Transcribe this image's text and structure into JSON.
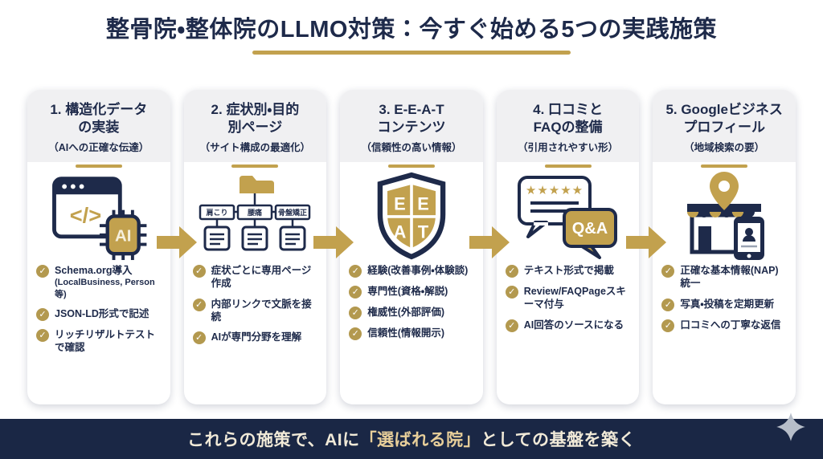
{
  "page": {
    "title": "整骨院・整体院のLLMO対策：今すぐ始める5つの実践施策",
    "footer": {
      "pre": "これらの施策で、AIに",
      "highlight": "「選ばれる院」",
      "post": "としての基盤を築く"
    },
    "colors": {
      "navy": "#1e2a4a",
      "gold": "#c2a14e",
      "check_gold": "#b3994f",
      "card_header_bg": "#f0f0f2",
      "footer_bg": "#1a2745",
      "footer_text": "#f1ead8",
      "footer_highlight": "#e8cf9a"
    }
  },
  "cards": [
    {
      "title_line1": "1. 構造化データ",
      "title_line2": "の実装",
      "subtitle": "（AIへの正確な伝達）",
      "icon": {
        "name": "code-ai-chip-icon",
        "code": "</>",
        "chip_label": "AI"
      },
      "bullets": [
        {
          "t": "Schema.org導入",
          "s": "(LocalBusiness, Person等)"
        },
        {
          "t": "JSON-LD形式で記述"
        },
        {
          "t": "リッチリザルトテストで確認"
        }
      ]
    },
    {
      "title_line1": "2. 症状別・目的",
      "title_line2": "別ページ",
      "subtitle": "（サイト構成の最適化）",
      "icon": {
        "name": "sitemap-icon",
        "nodes": [
          "肩こり",
          "腰痛",
          "骨盤矯正"
        ]
      },
      "bullets": [
        {
          "t": "症状ごとに専用ページ作成"
        },
        {
          "t": "内部リンクで文脈を接続"
        },
        {
          "t": "AIが専門分野を理解"
        }
      ]
    },
    {
      "title_line1": "3. E-E-A-T",
      "title_line2": "コンテンツ",
      "subtitle": "（信頼性の高い情報）",
      "icon": {
        "name": "eeat-shield-icon",
        "letters": [
          "E",
          "E",
          "A",
          "T"
        ]
      },
      "bullets": [
        {
          "t": "経験(改善事例・体験談)"
        },
        {
          "t": "専門性(資格・解説)"
        },
        {
          "t": "権威性(外部評価)"
        },
        {
          "t": "信頼性(情報開示)"
        }
      ]
    },
    {
      "title_line1": "4. 口コミと",
      "title_line2": "FAQの整備",
      "subtitle": "（引用されやすい形）",
      "icon": {
        "name": "review-qa-icon",
        "stars": "★★★★★",
        "qa": "Q&A"
      },
      "bullets": [
        {
          "t": "テキスト形式で掲載"
        },
        {
          "t": "Review/FAQPageスキーマ付与"
        },
        {
          "t": "AI回答のソースになる"
        }
      ]
    },
    {
      "title_line1": "5. Googleビジネス",
      "title_line2": "プロフィール",
      "subtitle": "（地域検索の要）",
      "icon": {
        "name": "storefront-pin-phone-icon"
      },
      "bullets": [
        {
          "t": "正確な基本情報(NAP)統一"
        },
        {
          "t": "写真・投稿を定期更新"
        },
        {
          "t": "口コミへの丁寧な返信"
        }
      ]
    }
  ]
}
